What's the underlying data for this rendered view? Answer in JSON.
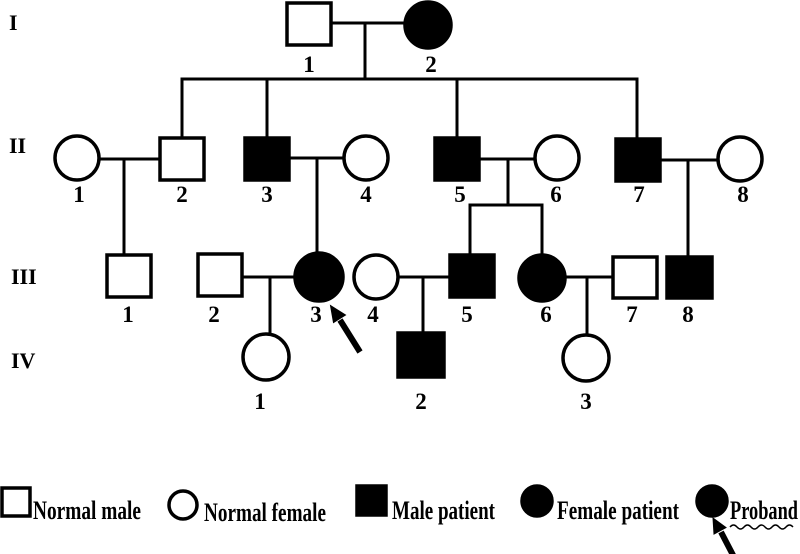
{
  "figure_type": "pedigree_chart",
  "generations": [
    {
      "label": "I",
      "members": [
        {
          "num": "1",
          "sex": "male",
          "status": "normal"
        },
        {
          "num": "2",
          "sex": "female",
          "status": "patient"
        }
      ]
    },
    {
      "label": "II",
      "members": [
        {
          "num": "1",
          "sex": "female",
          "status": "normal"
        },
        {
          "num": "2",
          "sex": "male",
          "status": "normal"
        },
        {
          "num": "3",
          "sex": "male",
          "status": "patient"
        },
        {
          "num": "4",
          "sex": "female",
          "status": "normal"
        },
        {
          "num": "5",
          "sex": "male",
          "status": "patient"
        },
        {
          "num": "6",
          "sex": "female",
          "status": "normal"
        },
        {
          "num": "7",
          "sex": "male",
          "status": "patient"
        },
        {
          "num": "8",
          "sex": "female",
          "status": "normal"
        }
      ]
    },
    {
      "label": "III",
      "members": [
        {
          "num": "1",
          "sex": "male",
          "status": "normal"
        },
        {
          "num": "2",
          "sex": "male",
          "status": "normal"
        },
        {
          "num": "3",
          "sex": "female",
          "status": "patient",
          "proband": true
        },
        {
          "num": "4",
          "sex": "female",
          "status": "normal"
        },
        {
          "num": "5",
          "sex": "male",
          "status": "patient"
        },
        {
          "num": "6",
          "sex": "female",
          "status": "patient"
        },
        {
          "num": "7",
          "sex": "male",
          "status": "normal"
        },
        {
          "num": "8",
          "sex": "male",
          "status": "patient"
        }
      ]
    },
    {
      "label": "IV",
      "members": [
        {
          "num": "1",
          "sex": "female",
          "status": "normal"
        },
        {
          "num": "2",
          "sex": "male",
          "status": "patient"
        },
        {
          "num": "3",
          "sex": "female",
          "status": "normal"
        }
      ]
    }
  ],
  "unions": [
    {
      "father": "I-1",
      "mother": "I-2",
      "children": [
        "II-2",
        "II-3",
        "II-5",
        "II-7"
      ]
    },
    {
      "father": "II-2",
      "mother": "II-1",
      "children": [
        "III-1"
      ]
    },
    {
      "father": "II-3",
      "mother": "II-4",
      "children": [
        "III-3"
      ]
    },
    {
      "father": "II-5",
      "mother": "II-6",
      "children": [
        "III-5",
        "III-6"
      ]
    },
    {
      "father": "II-7",
      "mother": "II-8",
      "children": [
        "III-8"
      ]
    },
    {
      "father": "III-2",
      "mother": "III-3",
      "children": [
        "IV-1"
      ]
    },
    {
      "father": "III-5",
      "mother": "III-4",
      "children": [
        "IV-2"
      ]
    },
    {
      "father": "III-7",
      "mother": "III-6",
      "children": [
        "IV-3"
      ]
    }
  ],
  "proband": {
    "generation": "III",
    "member": "3"
  },
  "legend": {
    "items": [
      {
        "label": "Normal male",
        "symbol": "empty-square"
      },
      {
        "label": "Normal female",
        "symbol": "empty-circle"
      },
      {
        "label": "Male patient",
        "symbol": "filled-square"
      },
      {
        "label": "Female patient",
        "symbol": "filled-circle"
      },
      {
        "label": "Proband",
        "symbol": "filled-circle-with-arrow"
      }
    ]
  },
  "colors": {
    "ink": "#000000",
    "background": "#ffffff"
  }
}
